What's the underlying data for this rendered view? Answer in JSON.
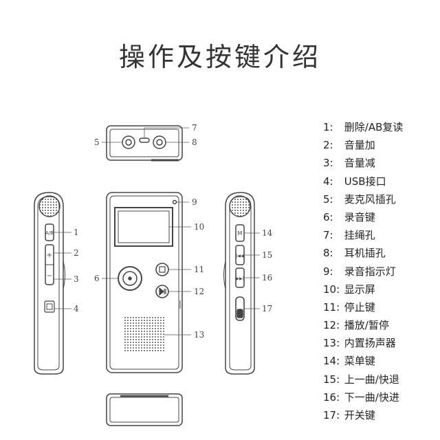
{
  "title": "操作及按键介绍",
  "callouts": [
    "1",
    "2",
    "3",
    "4",
    "5",
    "6",
    "7",
    "8",
    "9",
    "10",
    "11",
    "12",
    "13",
    "14",
    "15",
    "16",
    "17"
  ],
  "legend": [
    {
      "num": "1:",
      "label": "删除/AB复读"
    },
    {
      "num": "2:",
      "label": "音量加"
    },
    {
      "num": "3:",
      "label": "音量减"
    },
    {
      "num": "4:",
      "label": "USB接口"
    },
    {
      "num": "5:",
      "label": "麦克风插孔"
    },
    {
      "num": "6:",
      "label": "录音键"
    },
    {
      "num": "7:",
      "label": "挂绳孔"
    },
    {
      "num": "8:",
      "label": "耳机插孔"
    },
    {
      "num": "9:",
      "label": "录音指示灯"
    },
    {
      "num": "10:",
      "label": "显示屏"
    },
    {
      "num": "11:",
      "label": "停止键"
    },
    {
      "num": "12:",
      "label": "播放/暂停"
    },
    {
      "num": "13:",
      "label": "内置扬声器"
    },
    {
      "num": "14:",
      "label": "菜单键"
    },
    {
      "num": "15:",
      "label": "上一曲/快退"
    },
    {
      "num": "16:",
      "label": "下一曲/快进"
    },
    {
      "num": "17:",
      "label": "开关键"
    }
  ],
  "buttons": {
    "left_ab": "A/B",
    "left_plus": "+",
    "left_minus": "−",
    "right_menu": "M",
    "right_prev": "|◀◀",
    "right_next": "▶▶|"
  }
}
